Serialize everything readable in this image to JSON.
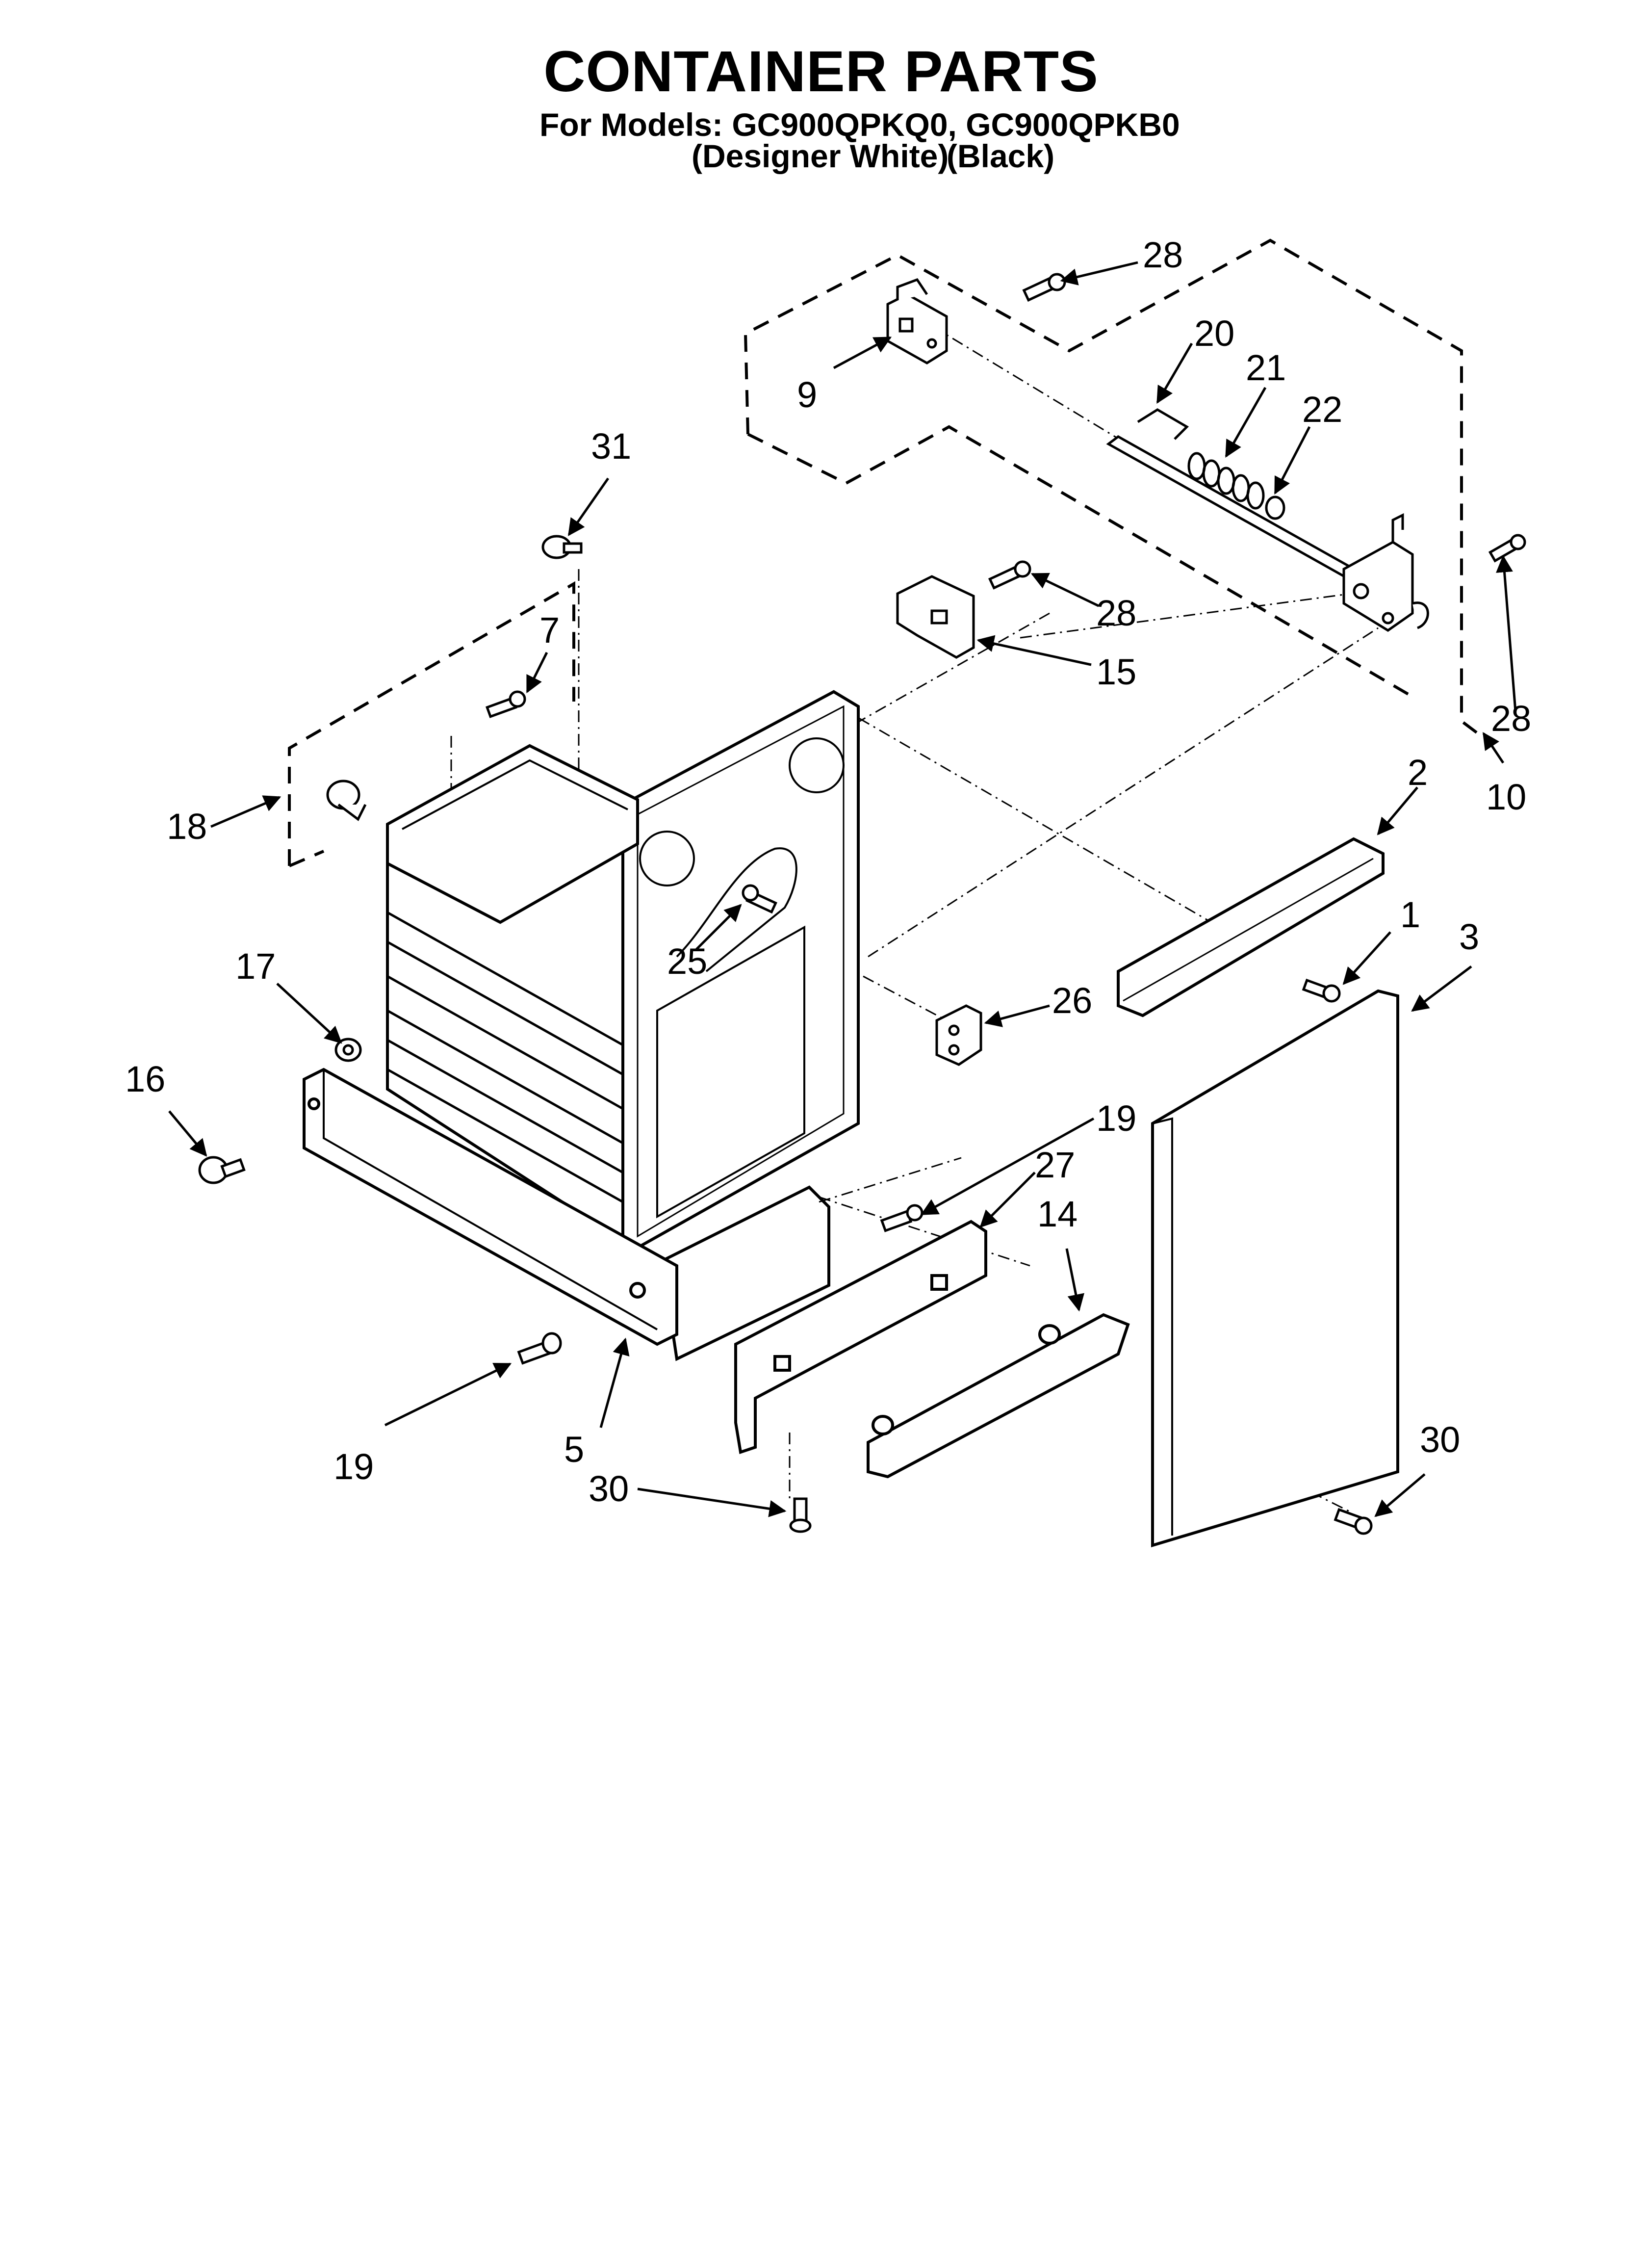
{
  "title": "CONTAINER PARTS",
  "models": {
    "prefix": "For Models:",
    "model_list": "GC900QPKQ0, GC900QPKB0",
    "variants": [
      "(Designer White)",
      "(Black)"
    ]
  },
  "callouts": {
    "c28a": "28",
    "c9": "9",
    "c20": "20",
    "c21": "21",
    "c22": "22",
    "c31": "31",
    "c28b": "28",
    "c15": "15",
    "c7": "7",
    "c28c": "28",
    "c10": "10",
    "c18": "18",
    "c2": "2",
    "c1": "1",
    "c3": "3",
    "c25": "25",
    "c17": "17",
    "c26": "26",
    "c16": "16",
    "c19a": "19",
    "c27": "27",
    "c14": "14",
    "c19b": "19",
    "c5": "5",
    "c30a": "30",
    "c30b": "30"
  }
}
